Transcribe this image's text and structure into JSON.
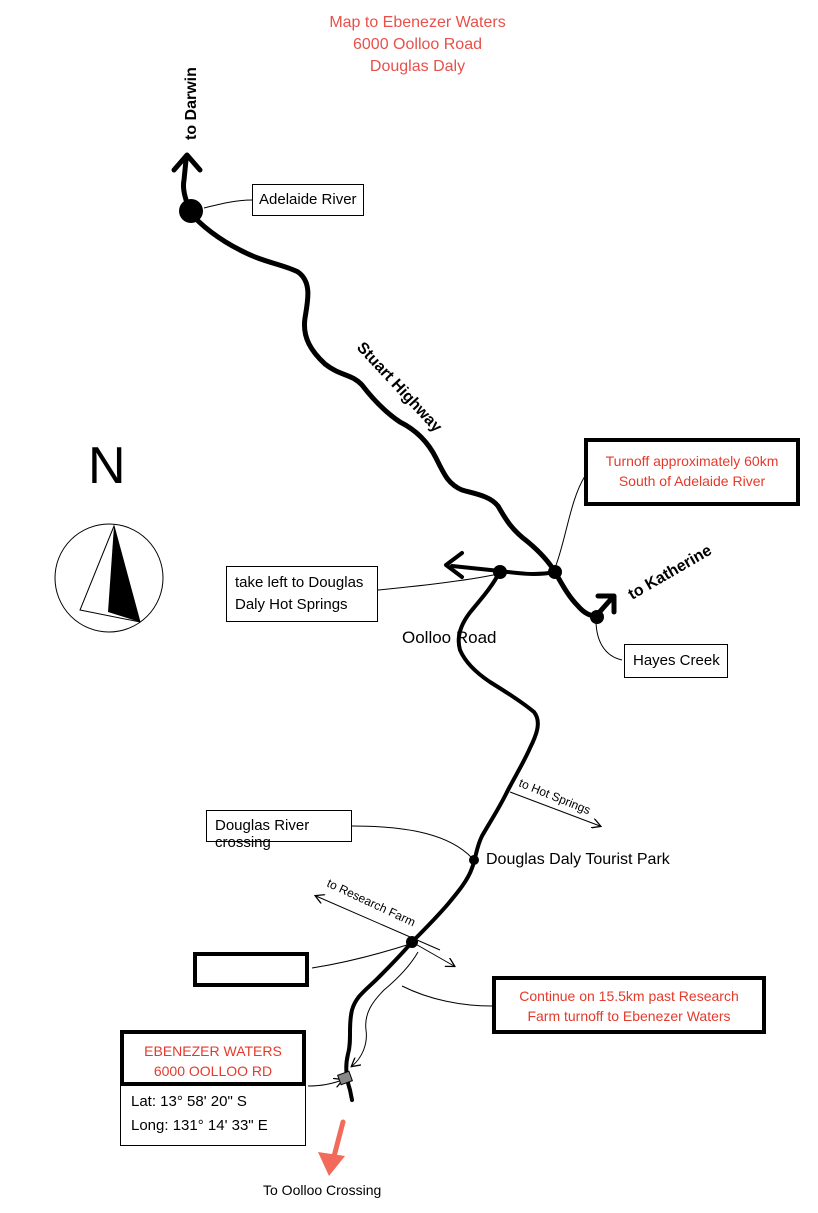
{
  "title": {
    "line1": "Map to Ebenezer Waters",
    "line2": "6000 Oolloo Road",
    "line3": "Douglas Daly"
  },
  "directions": {
    "to_darwin": "to Darwin",
    "to_katherine": "to Katherine",
    "to_hot_springs": "to Hot Springs",
    "to_research_farm": "to Research Farm",
    "to_oolloo_crossing": "To Oolloo Crossing"
  },
  "roads": {
    "stuart_highway": "Stuart Highway",
    "oolloo_road": "Oolloo Road"
  },
  "places": {
    "adelaide_river": "Adelaide River",
    "hayes_creek": "Hayes Creek",
    "douglas_daly_tourist_park": "Douglas Daly Tourist Park",
    "douglas_river_crossing": "Douglas River crossing"
  },
  "notes": {
    "turnoff_line1": "Turnoff approximately 60km",
    "turnoff_line2": "South of Adelaide River",
    "take_left_line1": "take left to Douglas",
    "take_left_line2": "Daly Hot Springs",
    "continue_line1": "Continue on 15.5km past Research",
    "continue_line2": "Farm turnoff to Ebenezer Waters"
  },
  "destination": {
    "name": "EBENEZER WATERS",
    "address": "6000 OOLLOO RD",
    "lat": "Lat: 13° 58' 20\" S",
    "long": "Long:  131° 14' 33\" E"
  },
  "compass": {
    "north_label": "N"
  },
  "colors": {
    "title": "#e8504a",
    "annotation_red": "#e53a2b",
    "road": "#000000",
    "oolloo_arrow": "#f26b5a"
  }
}
